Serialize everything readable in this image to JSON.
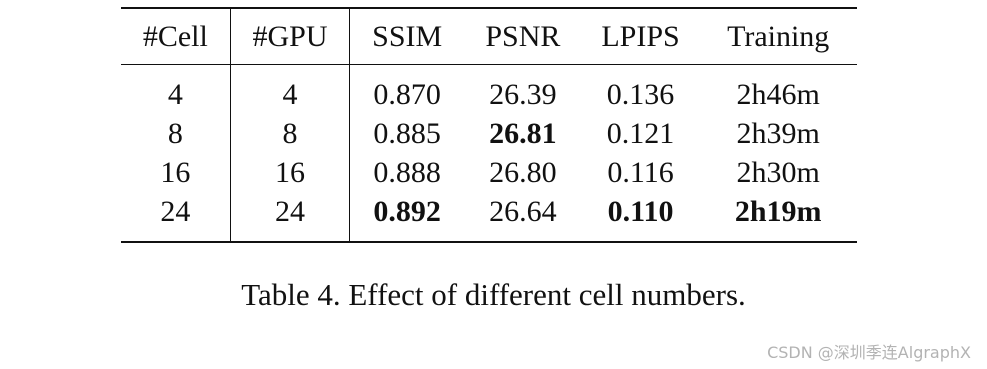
{
  "table": {
    "headers": [
      "#Cell",
      "#GPU",
      "SSIM",
      "PSNR",
      "LPIPS",
      "Training"
    ],
    "rows": [
      {
        "cells": [
          "4",
          "4",
          "0.870",
          "26.39",
          "0.136",
          "2h46m"
        ],
        "bold": [
          false,
          false,
          false,
          false,
          false,
          false
        ]
      },
      {
        "cells": [
          "8",
          "8",
          "0.885",
          "26.81",
          "0.121",
          "2h39m"
        ],
        "bold": [
          false,
          false,
          false,
          true,
          false,
          false
        ]
      },
      {
        "cells": [
          "16",
          "16",
          "0.888",
          "26.80",
          "0.116",
          "2h30m"
        ],
        "bold": [
          false,
          false,
          false,
          false,
          false,
          false
        ]
      },
      {
        "cells": [
          "24",
          "24",
          "0.892",
          "26.64",
          "0.110",
          "2h19m"
        ],
        "bold": [
          false,
          false,
          true,
          false,
          true,
          true
        ]
      }
    ]
  },
  "caption": "Table 4. Effect of different cell numbers.",
  "watermark": "CSDN @深圳季连AlgraphX"
}
